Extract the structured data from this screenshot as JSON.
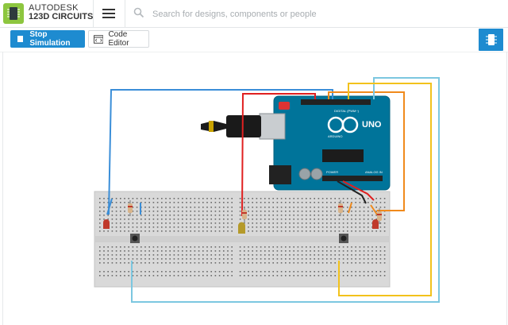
{
  "header": {
    "brand_line1": "AUTODESK",
    "brand_line2": "123D CIRCUITS",
    "search_placeholder": "Search for designs, components or people"
  },
  "toolbar": {
    "stop_label": "Stop Simulation",
    "code_label": "Code Editor"
  },
  "board": {
    "arduino_title": "UNO",
    "arduino_brand": "ARDUINO",
    "digital_label": "DIGITAL (PWM~)",
    "analog_label": "ANALOG IN",
    "power_label": "POWER"
  },
  "colors": {
    "accent": "#1e8bd0",
    "logo_green": "#8dc63f",
    "arduino": "#00749a",
    "wire_red": "#e02020",
    "wire_blue": "#3a8ed8",
    "wire_orange": "#f08a1c",
    "wire_yellow": "#f2c21c",
    "wire_lightblue": "#7cc7e0"
  },
  "icons": [
    "chip-icon",
    "hamburger-icon",
    "search-icon",
    "stop-icon",
    "code-editor-icon",
    "components-icon"
  ]
}
